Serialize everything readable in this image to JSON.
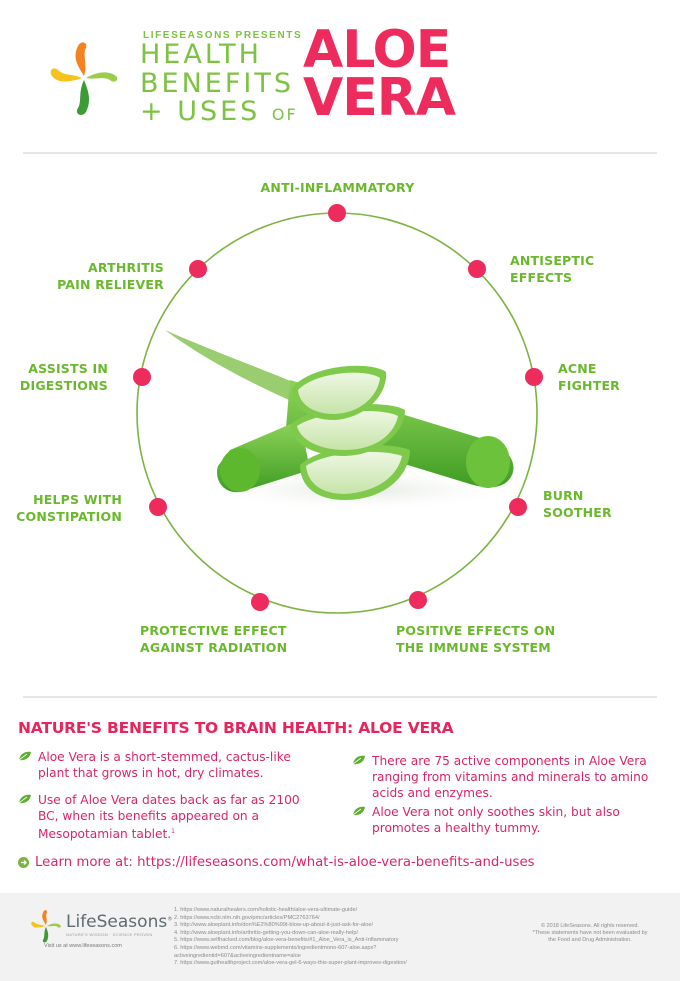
{
  "header": {
    "presents": "LIFESEASONS PRESENTS",
    "line1": "HEALTH",
    "line2": "BENEFITS",
    "line3": "+ USES",
    "line3_suffix": "OF",
    "title_line1": "ALOE",
    "title_line2": "VERA"
  },
  "colors": {
    "brand_green": "#7dc242",
    "label_green": "#6ab82c",
    "accent_pink": "#ee2b5d",
    "text_pink": "#d8266a",
    "circle_line": "#7cb342",
    "dot": "#ee2b5d",
    "footer_bg": "#f2f2f2"
  },
  "benefits": [
    {
      "id": "anti-inflammatory",
      "line1": "ANTI-INFLAMMATORY",
      "line2": ""
    },
    {
      "id": "antiseptic",
      "line1": "ANTISEPTIC",
      "line2": "EFFECTS"
    },
    {
      "id": "acne",
      "line1": "ACNE",
      "line2": "FIGHTER"
    },
    {
      "id": "burn",
      "line1": "BURN",
      "line2": "SOOTHER"
    },
    {
      "id": "immune",
      "line1": "POSITIVE EFFECTS ON",
      "line2": "THE IMMUNE SYSTEM"
    },
    {
      "id": "radiation",
      "line1": "PROTECTIVE EFFECT",
      "line2": "AGAINST RADIATION"
    },
    {
      "id": "constipation",
      "line1": "HELPS WITH",
      "line2": "CONSTIPATION"
    },
    {
      "id": "digestion",
      "line1": "ASSISTS IN",
      "line2": "DIGESTIONS"
    },
    {
      "id": "arthritis",
      "line1": "ARTHRITIS",
      "line2": "PAIN RELIEVER"
    }
  ],
  "brain_section": {
    "title": "NATURE'S BENEFITS TO BRAIN HEALTH:  ALOE VERA",
    "bullets": [
      {
        "text": "Aloe Vera is a short-stemmed, cactus-like plant that grows in hot, dry climates.",
        "icon": "leaf-icon"
      },
      {
        "text": "Use of Aloe Vera dates back as far as 2100 BC, when its benefits appeared on a Mesopotamian tablet.",
        "sup": "1",
        "icon": "leaf-icon"
      },
      {
        "text": "There are 75 active components in Aloe Vera ranging from vitamins and minerals to amino acids and enzymes.",
        "icon": "leaf-icon"
      },
      {
        "text": "Aloe Vera not only soothes skin, but also promotes a healthy tummy.",
        "icon": "leaf-icon"
      }
    ]
  },
  "learn_more": {
    "icon": "arrow-circle-icon",
    "label": "Learn more at: https://lifeseasons.com/what-is-aloe-vera-benefits-and-uses"
  },
  "footer": {
    "brand": "LifeSeasons",
    "brand_mark": "®",
    "tagline": "NATURE'S WISDOM · SCIENCE PROVEN",
    "visit": "Visit us at www.lifeseasons.com",
    "references": [
      "1. https://www.naturalhealers.com/holistic-health/aloe-vera-ultimate-guide/",
      "2. https://www.ncbi.nlm.nih.gov/pmc/articles/PMC2763764/",
      "3. http://www.aloeplant.info/don%E2%80%99t-blow-up-about-it-just-ask-for-aloe/",
      "4. http://www.aloeplant.info/arthritis-getting-you-down-can-aloe-really-help/",
      "5. https://www.selfhacked.com/blog/aloe-vera-benefits/#1_Aloe_Vera_is_Anti-Inflammatory",
      "6. https://www.webmd.com/vitamins-supplements/ingredientmono-607-aloe.aspx?activeingredientid=607&activeingredientname=aloe",
      "7. https://www.guthealthproject.com/aloe-vera-gel-6-ways-this-super-plant-improves-digestion/"
    ],
    "copyright": "© 2018 LifeSeasons. All rights reserved.",
    "disclaimer": "*These statements have not been evaluated by the Food and Drug Administration."
  }
}
